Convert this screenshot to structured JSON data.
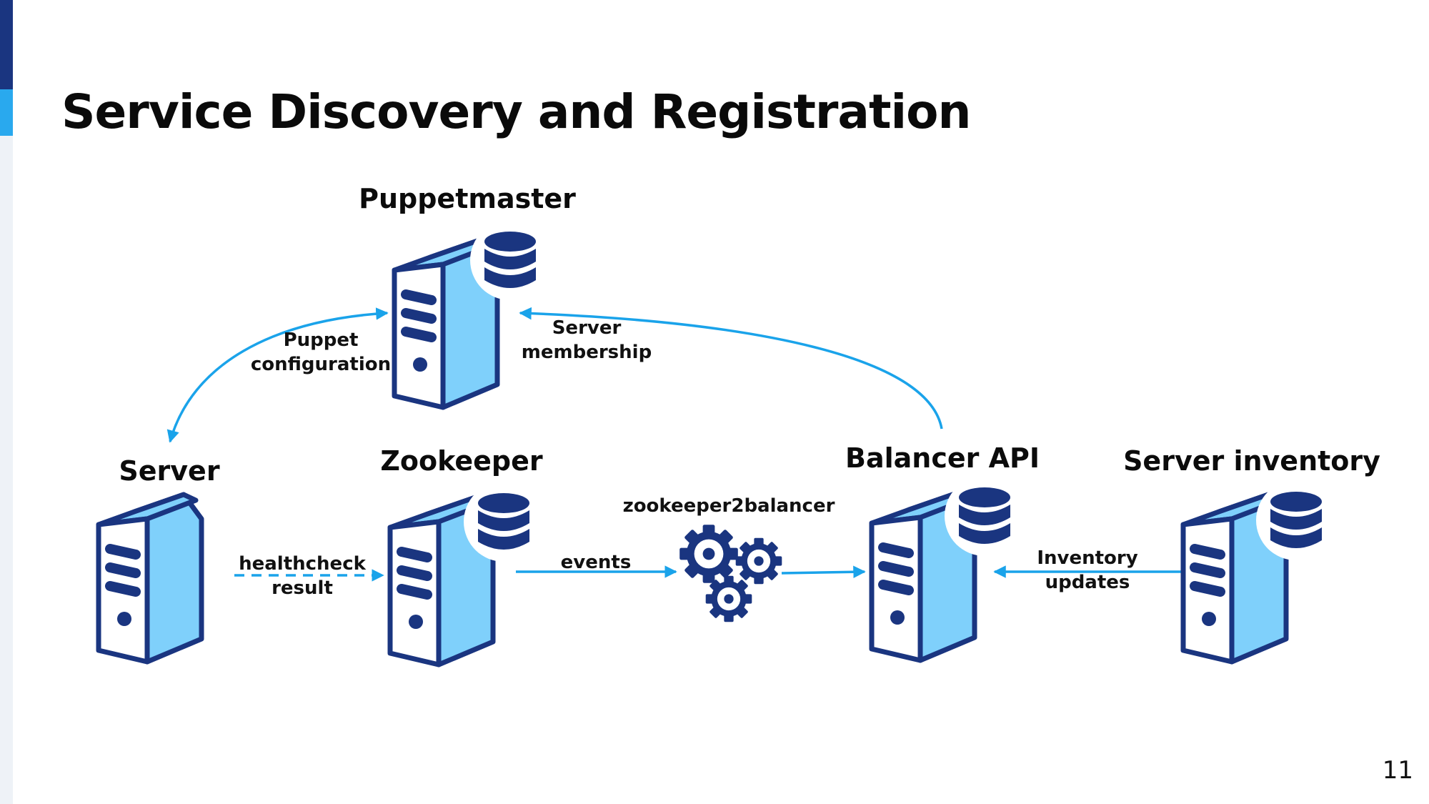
{
  "slide": {
    "title": "Service Discovery and Registration",
    "page_number": "11"
  },
  "colors": {
    "navy": "#1a3580",
    "light_blue": "#7fd0fb",
    "arrow_blue": "#1aa3ea",
    "accent": "#29a9ee"
  },
  "nodes": {
    "puppetmaster": {
      "label": "Puppetmaster",
      "icon": "server-database-icon"
    },
    "server": {
      "label": "Server",
      "icon": "server-icon"
    },
    "zookeeper": {
      "label": "Zookeeper",
      "icon": "server-database-icon"
    },
    "zookeeper2balancer": {
      "label": "zookeeper2balancer",
      "icon": "gears-icon"
    },
    "balancer_api": {
      "label": "Balancer API",
      "icon": "server-database-icon"
    },
    "server_inventory": {
      "label": "Server inventory",
      "icon": "server-database-icon"
    }
  },
  "edges": {
    "puppet_configuration": {
      "line1": "Puppet",
      "line2": "configuration"
    },
    "server_membership": {
      "line1": "Server",
      "line2": "membership"
    },
    "healthcheck_result": {
      "line1": "healthcheck",
      "line2": "result"
    },
    "events": {
      "line1": "events"
    },
    "inventory_updates": {
      "line1": "Inventory",
      "line2": "updates"
    }
  }
}
